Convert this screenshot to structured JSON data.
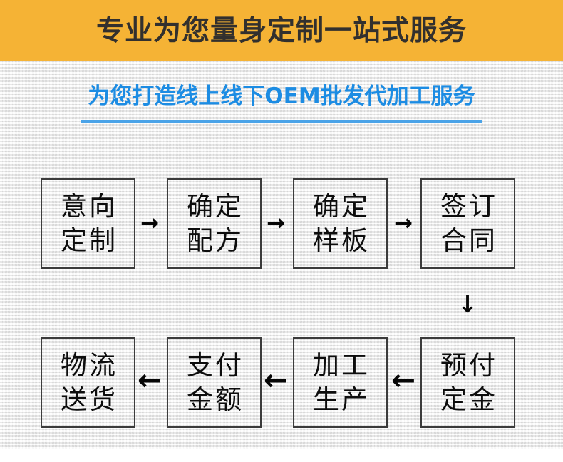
{
  "header": {
    "title": "专业为您量身定制一站式服务",
    "background_color": "#f5b335",
    "text_color": "#32302e"
  },
  "subtitle": {
    "text": "为您打造线上线下OEM批发代加工服务",
    "text_color": "#1c8ce3",
    "rule_color": "#4aa3e8"
  },
  "flow": {
    "box_border_color": "#3b3b3b",
    "arrow_color": "#060606",
    "top_row": [
      {
        "line1": "意向",
        "line2": "定制"
      },
      {
        "line1": "确定",
        "line2": "配方"
      },
      {
        "line1": "确定",
        "line2": "样板"
      },
      {
        "line1": "签订",
        "line2": "合同"
      }
    ],
    "bottom_row": [
      {
        "line1": "物流",
        "line2": "送货"
      },
      {
        "line1": "支付",
        "line2": "金额"
      },
      {
        "line1": "加工",
        "line2": "生产"
      },
      {
        "line1": "预付",
        "line2": "定金"
      }
    ],
    "arrows": {
      "right": "→",
      "left": "←",
      "down": "↓"
    }
  }
}
